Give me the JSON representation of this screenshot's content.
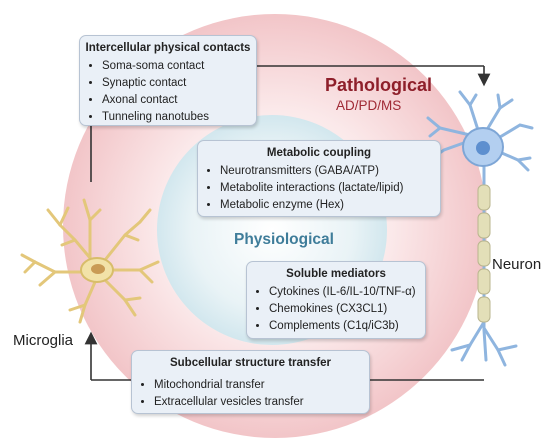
{
  "labels": {
    "pathological": "Pathological",
    "pathological_sub": "AD/PD/MS",
    "physiological": "Physiological",
    "neuron": "Neuron",
    "microglia": "Microglia"
  },
  "boxes": {
    "intercellular": {
      "title": "Intercellular physical contacts",
      "items": [
        "Soma-soma contact",
        "Synaptic  contact",
        "Axonal contact",
        "Tunneling nanotubes"
      ]
    },
    "metabolic": {
      "title": "Metabolic coupling",
      "items": [
        "Neurotransmitters (GABA/ATP)",
        "Metabolite interactions (lactate/lipid)",
        "Metabolic enzyme (Hex)"
      ]
    },
    "soluble": {
      "title": "Soluble mediators",
      "items": [
        "Cytokines (IL-6/IL-10/TNF-α)",
        "Chemokines (CX3CL1)",
        "Complements (C1q/iC3b)"
      ]
    },
    "subcellular": {
      "title": "Subcellular structure transfer",
      "items": [
        "Mitochondrial transfer",
        "Extracellular vesicles transfer"
      ]
    }
  },
  "colors": {
    "outer_ring": "#f3c9cc",
    "inner_circle": "#dcecf1",
    "pathological_text": "#8e1f2a",
    "physiological_text": "#3f7d9a",
    "neuron": "#8fb5df",
    "microglia": "#e9cf86",
    "box_fill": "#eaf0f7",
    "box_border": "#b7c3d3"
  }
}
